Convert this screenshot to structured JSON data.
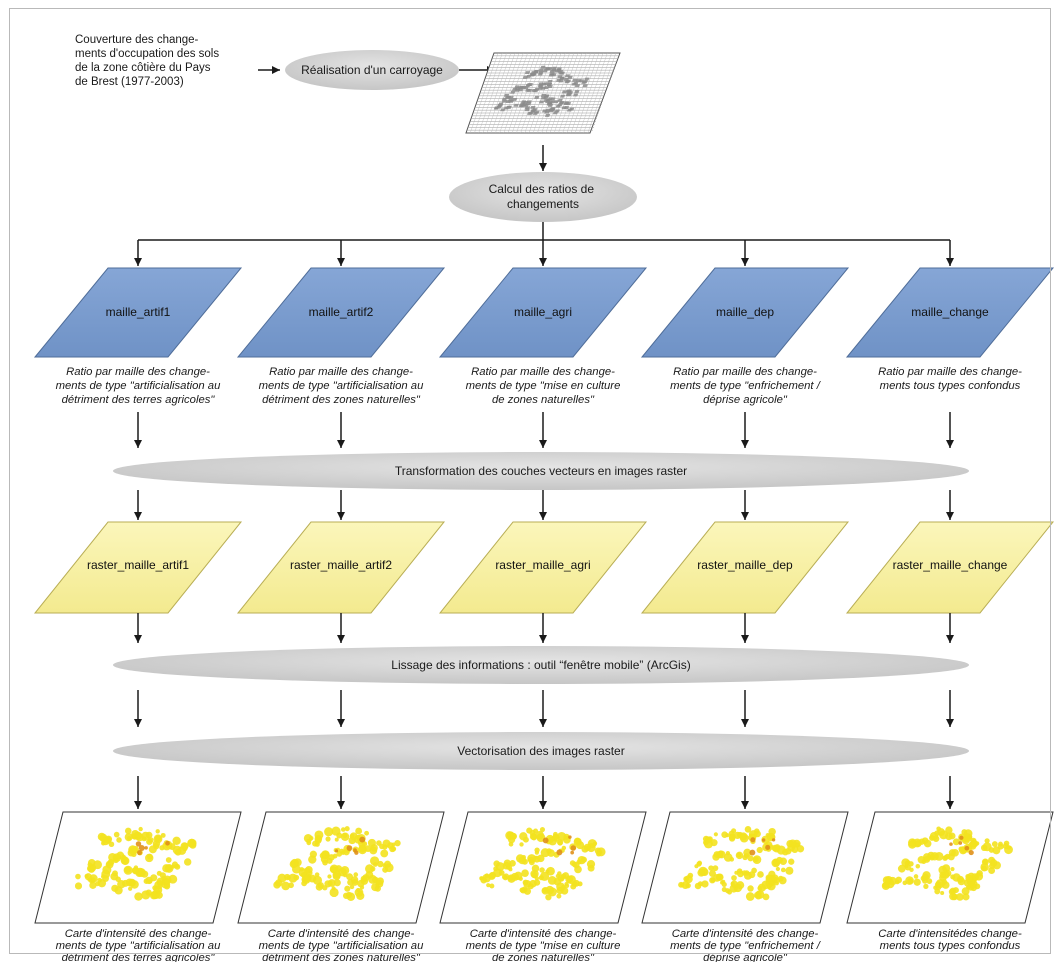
{
  "source": {
    "text": "Couverture des change-\nments d'occupation des  sols\nde la zone côtière du Pays\nde Brest (1977-2003)"
  },
  "steps": {
    "grid": "Réalisation d'un carroyage",
    "ratios": [
      "Calcul des ratios de",
      "changements"
    ],
    "rasterize": "Transformation des couches vecteurs en images raster",
    "smooth": "Lissage des informations : outil “fenêtre mobile” (ArcGis)",
    "vectorize": "Vectorisation des images raster"
  },
  "columns": [
    {
      "layer": "maille_artif1",
      "ratio": [
        "Ratio par maille des change-",
        "ments de type \"artificialisation au",
        "détriment des terres agricoles\""
      ],
      "raster": "raster_maille_artif1",
      "map": [
        "Carte d'intensité des change-",
        "ments de type \"artificialisation au",
        "détriment des terres agricoles\""
      ]
    },
    {
      "layer": "maille_artif2",
      "ratio": [
        "Ratio par maille des change-",
        "ments de type \"artificialisation au",
        "détriment des zones naturelles\""
      ],
      "raster": "raster_maille_artif2",
      "map": [
        "Carte d'intensité des change-",
        "ments de type \"artificialisation au",
        "détriment des zones naturelles\""
      ]
    },
    {
      "layer": "maille_agri",
      "ratio": [
        "Ratio par maille des change-",
        "ments de type \"mise en culture",
        "de zones naturelles\""
      ],
      "raster": "raster_maille_agri",
      "map": [
        "Carte d'intensité des change-",
        "ments de type \"mise en culture",
        "de zones naturelles\""
      ]
    },
    {
      "layer": "maille_dep",
      "ratio": [
        "Ratio par maille des change-",
        "ments de type \"enfrichement /",
        "déprise agricole\""
      ],
      "raster": "raster_maille_dep",
      "map": [
        "Carte d'intensité des change-",
        "ments de type \"enfrichement /",
        "déprise agricole\""
      ]
    },
    {
      "layer": "maille_change",
      "ratio": [
        "Ratio par maille des change-",
        "ments tous types confondus"
      ],
      "raster": "raster_maille_change",
      "map": [
        "Carte d'intensitédes change-",
        "ments tous types confondus"
      ]
    }
  ],
  "colors": {
    "layer_fill": "#7d9ed0",
    "layer_stroke": "#4f6d99",
    "raster_fill": "#f7f0a3",
    "raster_stroke": "#b9ae55",
    "process_ellipse": "#d2d2d2",
    "arrow": "#1a1a1a",
    "map_yellow": "#f3e21f",
    "map_orange": "#e0901a"
  },
  "icons": {
    "grid_map": "grid-map-thumbnail",
    "intensity_map": "intensity-map-thumbnail"
  }
}
